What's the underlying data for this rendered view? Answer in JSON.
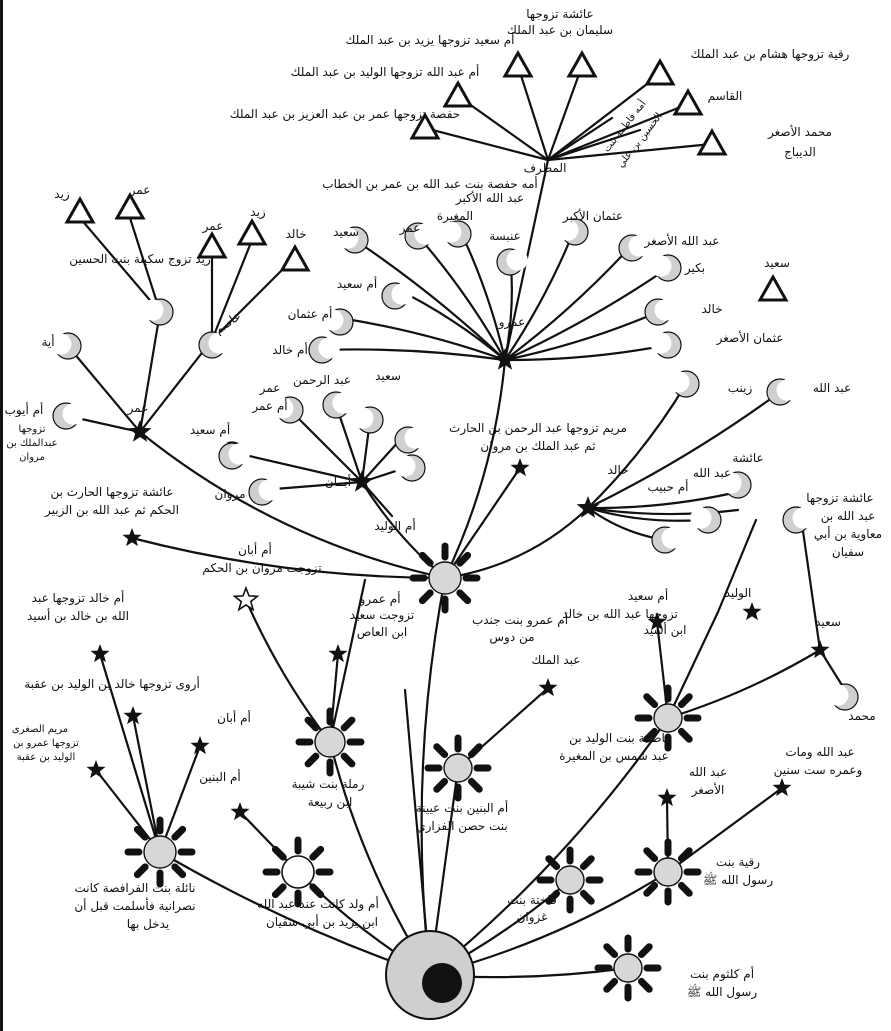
{
  "diagram": {
    "labels": {
      "l_aisha_suleiman_1": "عائشة تزوجها",
      "l_aisha_suleiman_2": "سليمان بن عبد الملك",
      "l_umm_said_yazid": "أم سعيد تزوجها يزيد بن عبد الملك",
      "l_ruqayya_hisham": "رقية تزوجها هشام بن عبد الملك",
      "l_umm_abdallah_walid": "أم عبد الله تزوجها الوليد بن عبد الملك",
      "l_qasim": "القاسم",
      "l_hafsa_umar": "حفصة تزوجها عمر بن عبد العزيز بن عبد الملك",
      "l_muhammad_asghar": "محمد الأصغر",
      "l_dibaj": "الديباج",
      "l_fatima_1": "أمه فاطمة بنت",
      "l_fatima_2": "الحسين بن علي",
      "l_mutarraf": "المطرف",
      "l_hafsa_mother": "أمه حفصة بنت عبد الله بن عمر بن الخطاب",
      "l_abdallah_akbar": "عبد الله الأكبر",
      "l_umar_far": "عمر",
      "l_zayd_far": "زيد",
      "l_zayd_sakina": "زيد تزوج سكينة بنت الحسين",
      "l_zayd_2": "زيد",
      "l_umar_2": "عمر",
      "l_khalid_1": "خالد",
      "l_asim": "عاصم",
      "l_saeed_1": "سعيد",
      "l_umar_3": "عمر",
      "l_mughira": "المغيرة",
      "l_anbasa": "عنبسة",
      "l_uthman_akbar": "عثمان الأكبر",
      "l_abdallah_asghar": "عبد الله الأصغر",
      "l_bukayr": "بكير",
      "l_saeed_2": "سعيد",
      "l_khalid_2": "خالد",
      "l_uthman_asghar": "عثمان الأصغر",
      "l_umm_saeed_1": "أم سعيد",
      "l_umm_uthman": "أم عثمان",
      "l_umm_khalid": "أم خالد",
      "l_amr": "عمرو",
      "l_aya": "أية",
      "l_umar_main": "عمر",
      "l_umm_ayyub": "أم أيوب",
      "l_umm_ayyub_2": "تزوجها",
      "l_umm_ayyub_3": "عبدالملك بن",
      "l_umm_ayyub_4": "مروان",
      "l_umar_4": "عمر",
      "l_abd_rahman": "عبد الرحمن",
      "l_saeed_3": "سعيد",
      "l_umm_amr": "أم عمر",
      "l_umm_saeed_2": "أم سعيد",
      "l_marwan": "مروان",
      "l_aban": "أبــان",
      "l_umm_walid": "أم الوليد",
      "l_maryam_1": "مريم تزوجها عبد الرحمن بن الحارث",
      "l_maryam_2": "ثم عبد الملك بن مروان",
      "l_abdallah_r": "عبد الله",
      "l_zaynab": "زينب",
      "l_khalid_3": "خالد",
      "l_aisha_r": "عائشة",
      "l_umm_habib": "أم حبيب",
      "l_abdallah_r2": "عبد الله",
      "l_aisha_muawiya_1": "عائشة تزوجها",
      "l_aisha_muawiya_2": "عبد الله بن",
      "l_aisha_muawiya_3": "معاوية بن أبي",
      "l_aisha_muawiya_4": "سفيان",
      "l_aisha_harith_1": "عائشة تزوجها الحارث بن",
      "l_aisha_harith_2": "الحكم ثم عبد الله بن الزبير",
      "l_umm_aban_1": "أم أبان",
      "l_umm_aban_2": "تزوجت مروان بن الحكم",
      "l_umm_amr_1": "أم عمرو",
      "l_umm_amr_2": "تزوجت سعيد",
      "l_umm_amr_3": "ابن العاص",
      "l_umm_amr_jundub_1": "أم عمرو بنت جندب",
      "l_umm_amr_jundub_2": "من دوس",
      "l_umm_saeed_3": "أم سعيد",
      "l_umm_saeed_4": "تزوجها عبد الله بن خالد",
      "l_umm_saeed_5": "ابن أسيد",
      "l_walid": "الوليد",
      "l_saeed_4": "سعيد",
      "l_muhammad": "محمد",
      "l_umm_khalid_1": "أم خالد تزوجها عبد",
      "l_umm_khalid_2": "الله بن خالد بن أسيد",
      "l_arwa": "أروى تزوجها خالد بن الوليد بن عقبة",
      "l_umm_aban_b": "أم أبان",
      "l_maryam_s_1": "مريم الصغرى",
      "l_maryam_s_2": "تزوجها عمرو بن",
      "l_maryam_s_3": "الوليد بن عقبة",
      "l_abdulmalik": "عبد الملك",
      "l_ramla_1": "رملة بنت شيبة",
      "l_ramla_2": "ابن ربيعة",
      "l_fatima_w_1": "فاطمة بنت الوليد بن",
      "l_fatima_w_2": "عبد شمس بن المغيرة",
      "l_abdallah_died_1": "عبد الله ومات",
      "l_abdallah_died_2": "وعمره ست سنين",
      "l_abdallah_asghar_b": "عبد الله",
      "l_abdallah_asghar_b2": "الأصغر",
      "l_umm_banin_a": "أم البنين",
      "l_umm_banin_b1": "أم البنين بنت عيينة",
      "l_umm_banin_b2": "بنت حصن الفزاري",
      "l_naila_1": "نائلة بنت الفرافصة كانت",
      "l_naila_2": "نصرانية فأسلمت قبل أن",
      "l_naila_3": "يدخل بها",
      "l_umm_walad_1": "أم ولد كانت عند عبد الله",
      "l_umm_walad_2": "ابن يزيد بن أبي سفيان",
      "l_fakhita_1": "فاختة بنت",
      "l_fakhita_2": "غزوان",
      "l_ruqayya_1": "رقية بنت",
      "l_ruqayya_2": "رسول الله ﷺ",
      "l_umm_kulthum_1": "أم كلثوم بنت",
      "l_umm_kulthum_2": "رسول الله ﷺ"
    }
  }
}
